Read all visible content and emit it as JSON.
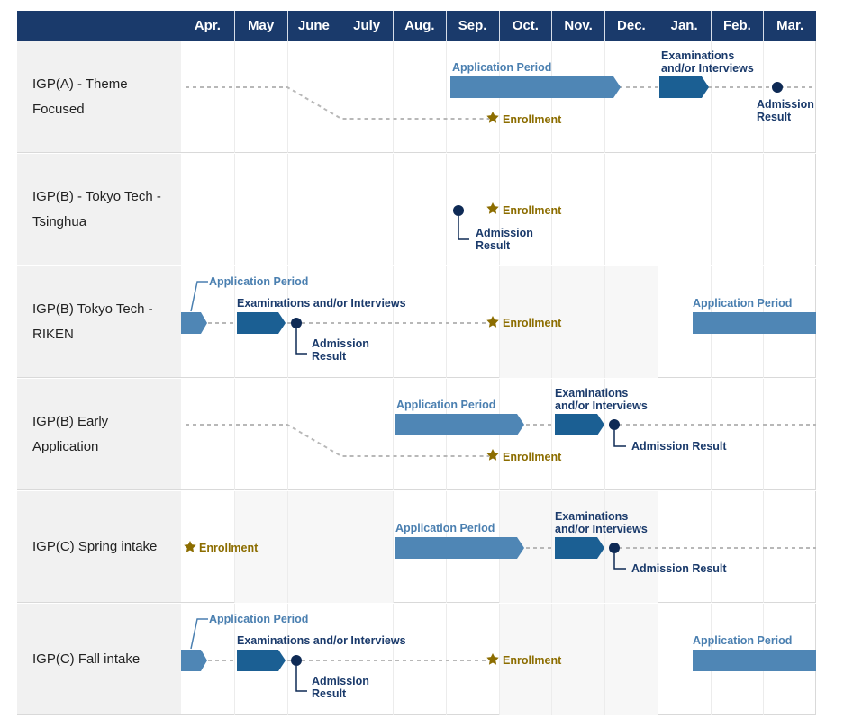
{
  "months": [
    "Apr.",
    "May",
    "June",
    "July",
    "Aug.",
    "Sep.",
    "Oct.",
    "Nov.",
    "Dec.",
    "Jan.",
    "Feb.",
    "Mar."
  ],
  "labels": {
    "application_period": "Application Period",
    "exams_line1": "Examinations",
    "exams_line2": "and/or Interviews",
    "exams_full": "Examinations and/or Interviews",
    "admission": "Admission",
    "result": "Result",
    "admission_result": "Admission Result",
    "enrollment": "Enrollment"
  },
  "rows": [
    {
      "name": "IGP(A) ‐ Theme Focused"
    },
    {
      "name": "IGP(B) ‐ Tokyo Tech - Tsinghua"
    },
    {
      "name": "IGP(B) Tokyo Tech - RIKEN"
    },
    {
      "name": "IGP(B) Early Application"
    },
    {
      "name": "IGP(C) Spring intake"
    },
    {
      "name": "IGP(C) Fall intake"
    }
  ],
  "colors": {
    "header": "#1a3a6b",
    "application_bar": "#4f86b5",
    "exam_bar": "#1b5f93",
    "milestone": "#0e2a55",
    "enrollment": "#8c6d00",
    "connector": "#b8b8b8"
  }
}
